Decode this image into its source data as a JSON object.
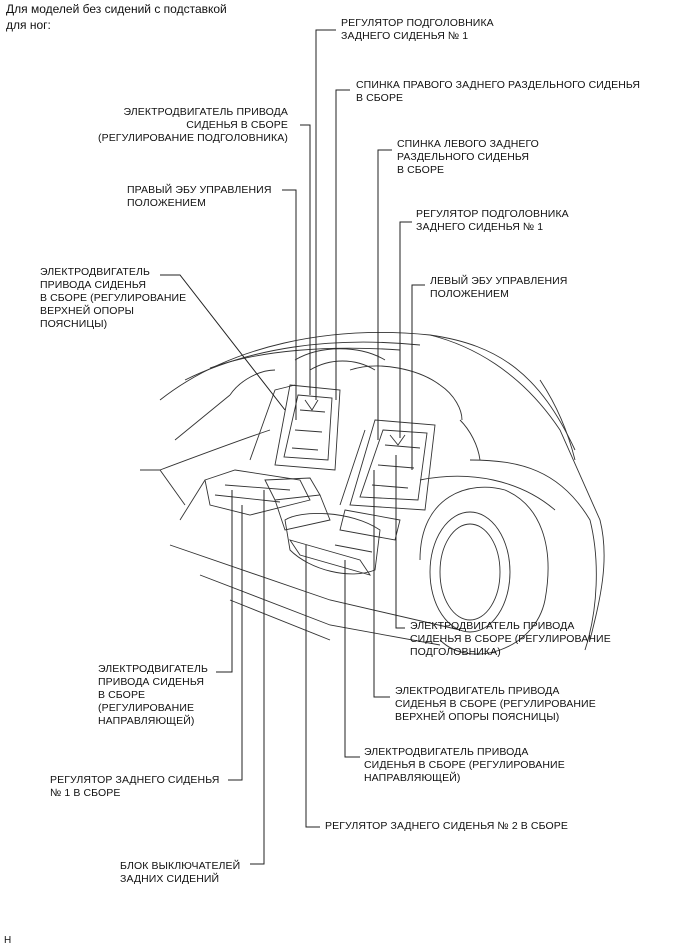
{
  "header": {
    "note": "Для моделей без сидений с подставкой\nдля ног:"
  },
  "labels": {
    "headrest_adjuster_rear_1_top": "РЕГУЛЯТОР ПОДГОЛОВНИКА\nЗАДНЕГО СИДЕНЬЯ № 1",
    "right_rear_split_seatback": "СПИНКА ПРАВОГО ЗАДНЕГО РАЗДЕЛЬНОГО СИДЕНЬЯ\nВ СБОРЕ",
    "motor_headrest_top": "ЭЛЕКТРОДВИГАТЕЛЬ ПРИВОДА\nСИДЕНЬЯ В СБОРЕ\n(РЕГУЛИРОВАНИЕ ПОДГОЛОВНИКА)",
    "left_rear_split_seatback": "СПИНКА ЛЕВОГО ЗАДНЕГО\nРАЗДЕЛЬНОГО СИДЕНЬЯ\nВ СБОРЕ",
    "right_position_ecu": "ПРАВЫЙ ЭБУ УПРАВЛЕНИЯ\nПОЛОЖЕНИЕМ",
    "headrest_adjuster_rear_1_right": "РЕГУЛЯТОР ПОДГОЛОВНИКА\nЗАДНЕГО СИДЕНЬЯ № 1",
    "motor_upper_lumbar_left": "ЭЛЕКТРОДВИГАТЕЛЬ\nПРИВОДА СИДЕНЬЯ\nВ СБОРЕ (РЕГУЛИРОВАНИЕ\nВЕРХНЕЙ ОПОРЫ\nПОЯСНИЦЫ)",
    "left_position_ecu": "ЛЕВЫЙ ЭБУ УПРАВЛЕНИЯ\nПОЛОЖЕНИЕМ",
    "motor_headrest_bottom": "ЭЛЕКТРОДВИГАТЕЛЬ ПРИВОДА\nСИДЕНЬЯ В СБОРЕ (РЕГУЛИРОВАНИЕ\nПОДГОЛОВНИКА)",
    "motor_guide_left": "ЭЛЕКТРОДВИГАТЕЛЬ\nПРИВОДА СИДЕНЬЯ\nВ СБОРЕ\n(РЕГУЛИРОВАНИЕ\nНАПРАВЛЯЮЩЕЙ)",
    "motor_upper_lumbar_bottom": "ЭЛЕКТРОДВИГАТЕЛЬ ПРИВОДА\nСИДЕНЬЯ В СБОРЕ (РЕГУЛИРОВАНИЕ\nВЕРХНЕЙ ОПОРЫ ПОЯСНИЦЫ)",
    "motor_guide_bottom": "ЭЛЕКТРОДВИГАТЕЛЬ ПРИВОДА\nСИДЕНЬЯ В СБОРЕ (РЕГУЛИРОВАНИЕ\nНАПРАВЛЯЮЩЕЙ)",
    "rear_seat_adjuster_1": "РЕГУЛЯТОР ЗАДНЕГО СИДЕНЬЯ\n№ 1 В СБОРЕ",
    "rear_seat_adjuster_2": "РЕГУЛЯТОР ЗАДНЕГО СИДЕНЬЯ № 2 В СБОРЕ",
    "rear_seat_switch_block": "БЛОК ВЫКЛЮЧАТЕЛЕЙ\nЗАДНИХ СИДЕНИЙ"
  },
  "corner_mark": "H"
}
